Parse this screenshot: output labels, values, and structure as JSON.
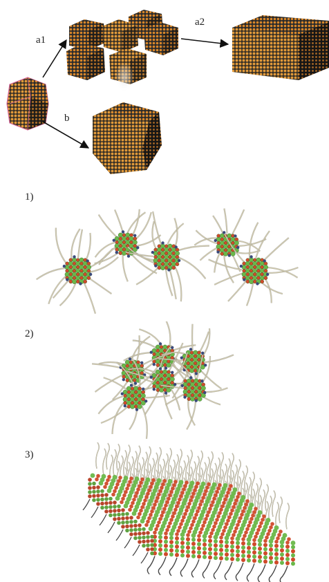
{
  "labels": {
    "a1": "a1",
    "a2": "a2",
    "b": "b",
    "step1": "1)",
    "step2": "2)",
    "step3": "3)"
  },
  "colors": {
    "cube_orange": "#d9872a",
    "cube_dark": "#2a2a2a",
    "red_atom": "#d04a2a",
    "green_atom": "#6ab84a",
    "ligand": "#cfc9ae",
    "ligand_dark": "#555555",
    "anchor": "#3a4a7a",
    "seed_outline": "#d9679a"
  }
}
